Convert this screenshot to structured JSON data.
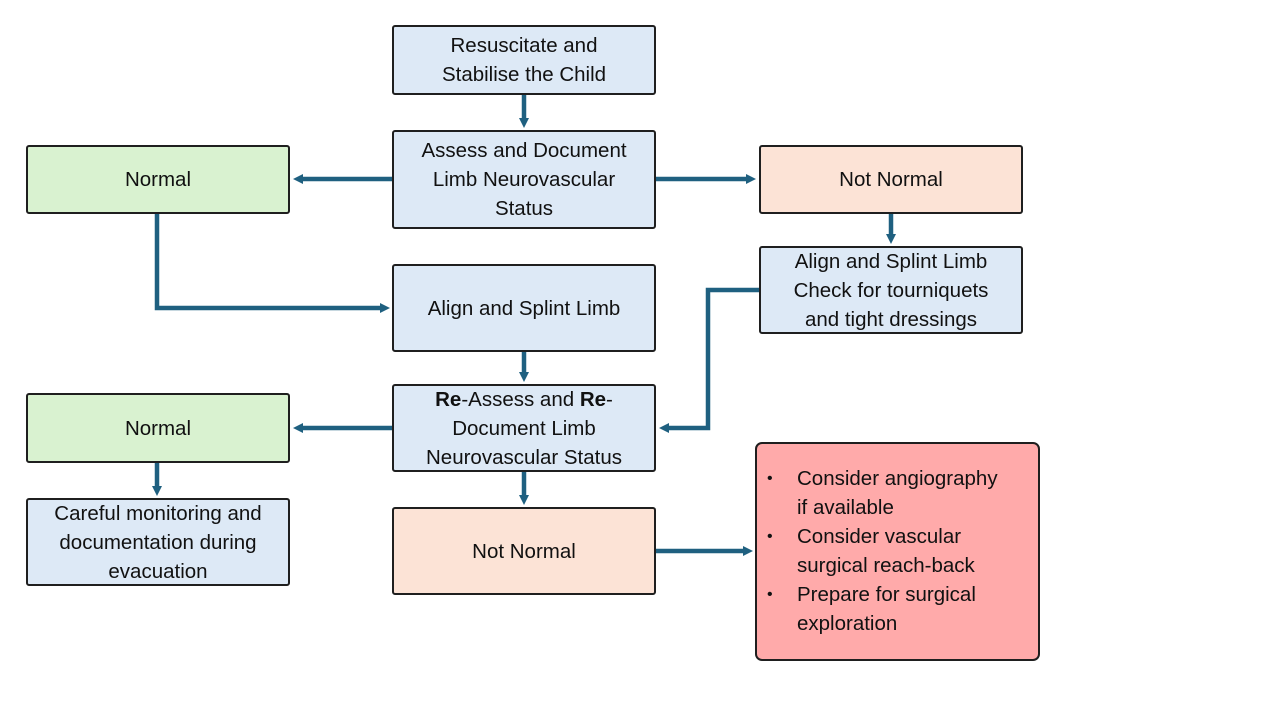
{
  "nodes": {
    "resuscitate": [
      "Resuscitate and",
      "Stabilise the Child"
    ],
    "assess": [
      "Assess and Document",
      "Limb Neurovascular",
      "Status"
    ],
    "normal_top": "Normal",
    "not_normal_top": "Not Normal",
    "align_right": [
      "Align and Splint Limb",
      "Check for tourniquets",
      "and tight dressings"
    ],
    "align_center": "Align and Splint Limb",
    "reassess": {
      "re1": "Re",
      "mid1": "-Assess and ",
      "re2": "Re",
      "end1": "-",
      "line2": "Document Limb",
      "line3": "Neurovascular Status"
    },
    "normal_bottom": "Normal",
    "monitoring": [
      "Careful monitoring and",
      "documentation during",
      "evacuation"
    ],
    "not_normal_bottom": "Not Normal",
    "actions": [
      [
        "Consider angiography",
        "if available"
      ],
      [
        "Consider vascular",
        "surgical reach-back"
      ],
      [
        "Prepare for surgical",
        "exploration"
      ]
    ],
    "bullet_glyph": "•"
  },
  "colors": {
    "arrow": "#1f6080",
    "process_fill": "#dde9f6",
    "normal_fill": "#d9f2d0",
    "not_normal_fill": "#fce3d6",
    "action_fill": "#ffaaaa"
  }
}
